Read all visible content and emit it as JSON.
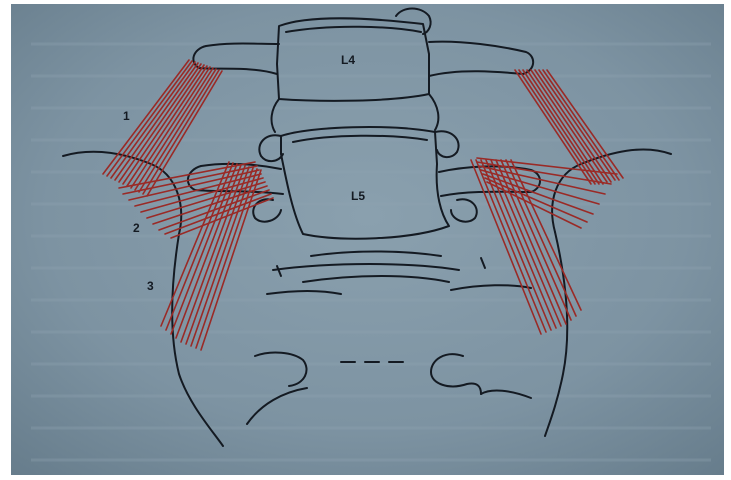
{
  "labels": {
    "vertebra_upper": "L4",
    "vertebra_lower": "L5",
    "ligament_1": "1",
    "ligament_2": "2",
    "ligament_3": "3"
  },
  "colors": {
    "background": "#7f94a3",
    "line": "#141a22",
    "ligament": "#9a2a26"
  }
}
